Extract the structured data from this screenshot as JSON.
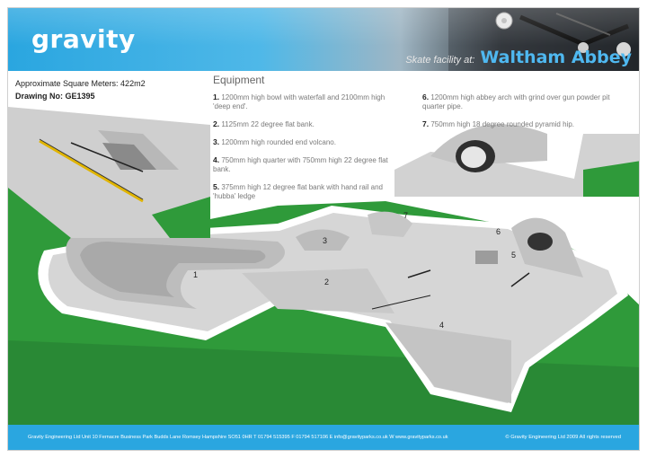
{
  "header": {
    "logo": "gravity",
    "facility_label": "Skate facility at:",
    "facility_name": "Waltham Abbey"
  },
  "drawing": {
    "area": "Approximate Square Meters: 422m2",
    "number": "Drawing No: GE1395"
  },
  "equipment": {
    "title": "Equipment",
    "items": [
      {
        "num": "1.",
        "text": "1200mm high bowl with waterfall and 2100mm high 'deep end'."
      },
      {
        "num": "2.",
        "text": "1125mm 22 degree flat bank."
      },
      {
        "num": "3.",
        "text": "1200mm high rounded end volcano."
      },
      {
        "num": "4.",
        "text": "750mm high quarter with 750mm high 22 degree flat bank."
      },
      {
        "num": "5.",
        "text": "375mm high 12 degree flat bank with hand rail and 'hubba' ledge"
      },
      {
        "num": "6.",
        "text": "1200mm high abbey arch with grind over gun powder pit quarter pipe."
      },
      {
        "num": "7.",
        "text": "750mm high 18 degree rounded pyramid hip."
      }
    ]
  },
  "labels": {
    "l1": "1",
    "l2": "2",
    "l3": "3",
    "l4": "4",
    "l5": "5",
    "l6": "6",
    "l7": "7"
  },
  "colors": {
    "brand_blue": "#2aa6e0",
    "accent_blue": "#4fb8f0",
    "grass": "#2f9a3a",
    "concrete": "#d6d6d6"
  },
  "footer": {
    "address": "Gravity Engineering Ltd  Unit 10  Fernacre Business Park  Budds Lane  Romsey  Hampshire  SO51 0HR   T 01794 515395   F 01794 517106   E info@gravityparks.co.uk   W www.gravityparks.co.uk",
    "copyright": "© Gravity Engineering Ltd 2009     All rights reserved"
  }
}
